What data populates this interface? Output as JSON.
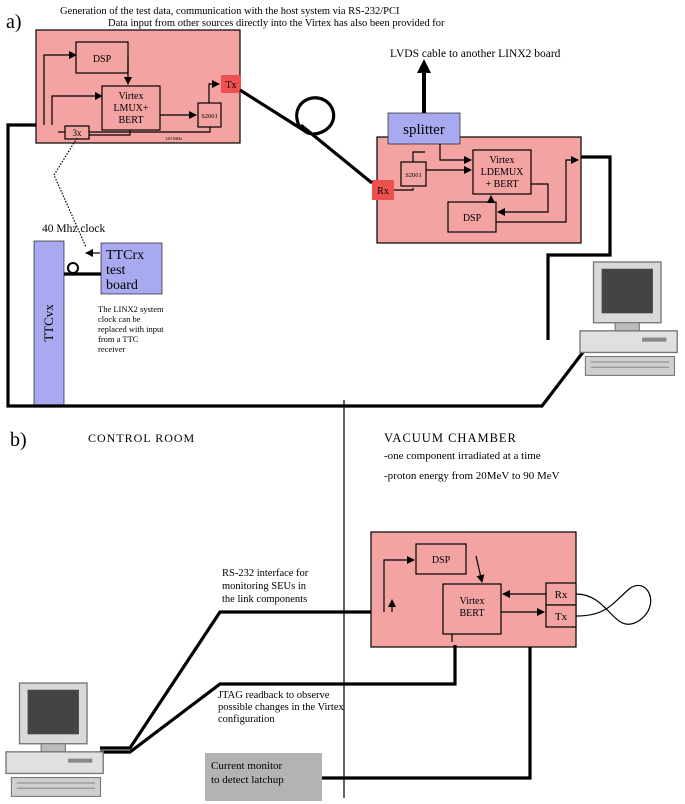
{
  "panel_a": {
    "label": "a)",
    "note_generation": "Generation of the test data, communication with the host system via RS-232/PCI",
    "note_data_input": "Data input from other sources directly into the Virtex has also been provided for",
    "tx_board": {
      "dsp": "DSP",
      "virtex_line1": "Virtex",
      "virtex_line2": "LMUX+",
      "virtex_line3": "BERT",
      "serializer": "S2061",
      "multiplier": "3x",
      "freq": "120 MHz",
      "tx": "Tx"
    },
    "rx_board": {
      "rx": "Rx",
      "deserializer": "S2061",
      "virtex_line1": "Virtex",
      "virtex_line2": "LDEMUX",
      "virtex_line3": "+ BERT",
      "dsp": "DSP"
    },
    "splitter": "splitter",
    "lvds_note": "LVDS cable to another LINX2 board",
    "clock_label": "40 Mhz clock",
    "ttcvx": "TTCvx",
    "ttcrx_line1": "TTCrx",
    "ttcrx_line2": "test",
    "ttcrx_line3": "board",
    "ttc_note_line1": "The LINX2 system",
    "ttc_note_line2": "clock can be",
    "ttc_note_line3": "replaced with input",
    "ttc_note_line4": "from a TTC",
    "ttc_note_line5": "receiver"
  },
  "panel_b": {
    "label": "b)",
    "control_room": "CONTROL ROOM",
    "vacuum_chamber": "VACUUM CHAMBER",
    "vc_note1": "-one component irradiated at a time",
    "vc_note2": "-proton energy from 20MeV to 90 MeV",
    "board": {
      "dsp": "DSP",
      "virtex_line1": "Virtex",
      "virtex_line2": "BERT",
      "rx": "Rx",
      "tx": "Tx"
    },
    "rs232_line1": "RS-232 interface for",
    "rs232_line2": "monitoring SEUs in",
    "rs232_line3": "the link components",
    "jtag_line1": "JTAG readback to observe",
    "jtag_line2": "possible changes in the Virtex",
    "jtag_line3": "configuration",
    "current_line1": "Current monitor",
    "current_line2": "to detect latchup"
  },
  "icons": [
    "computer-icon",
    "arrow-up-icon",
    "cable-loop-icon"
  ],
  "colors": {
    "board": "#f4a3a3",
    "port": "#ee5050",
    "accent": "#a9a9f0",
    "monitor": "#b3b3b3"
  }
}
